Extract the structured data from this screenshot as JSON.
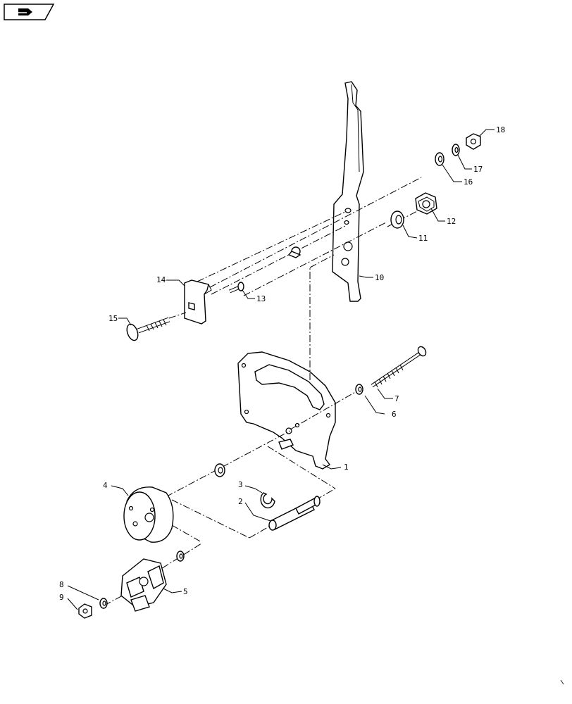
{
  "nav": {
    "icon": "back-arrow-icon"
  },
  "callouts": [
    "1",
    "2",
    "3",
    "4",
    "5",
    "6",
    "7",
    "8",
    "9",
    "10",
    "11",
    "12",
    "13",
    "14",
    "15",
    "16",
    "17",
    "18"
  ]
}
